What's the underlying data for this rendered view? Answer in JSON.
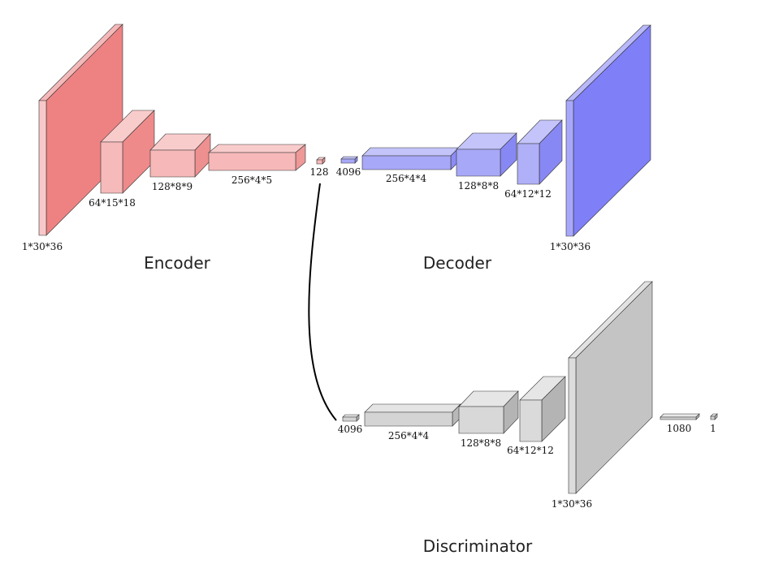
{
  "colors": {
    "encoder": "#ee8080",
    "decoder": "#8080f8",
    "discriminator": "#c8c8c8",
    "connector": "#000000"
  },
  "encoder": {
    "title": "Encoder",
    "layers": [
      {
        "label": "1*30*36"
      },
      {
        "label": "64*15*18"
      },
      {
        "label": "128*8*9"
      },
      {
        "label": "256*4*5"
      },
      {
        "label": "128"
      }
    ]
  },
  "decoder": {
    "title": "Decoder",
    "layers": [
      {
        "label": "4096"
      },
      {
        "label": "256*4*4"
      },
      {
        "label": "128*8*8"
      },
      {
        "label": "64*12*12"
      },
      {
        "label": "1*30*36"
      }
    ]
  },
  "discriminator": {
    "title": "Discriminator",
    "layers": [
      {
        "label": "4096"
      },
      {
        "label": "256*4*4"
      },
      {
        "label": "128*8*8"
      },
      {
        "label": "64*12*12"
      },
      {
        "label": "1*30*36"
      },
      {
        "label": "1080"
      },
      {
        "label": "1"
      }
    ]
  }
}
